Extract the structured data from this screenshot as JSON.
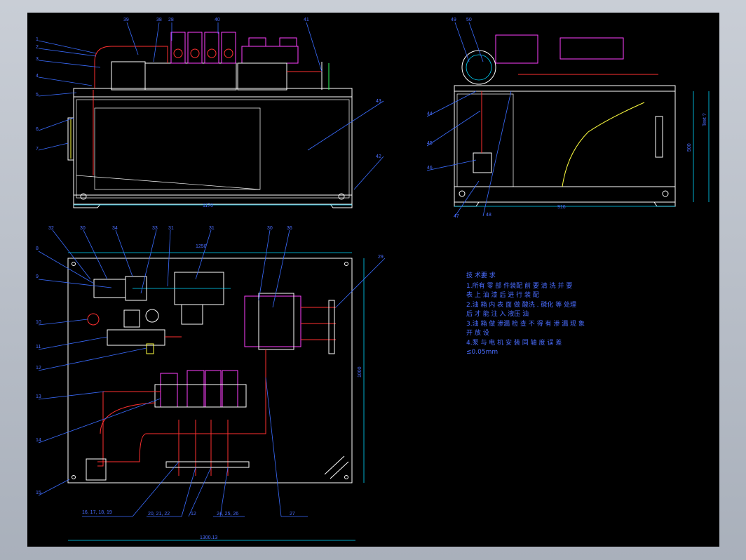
{
  "colors": {
    "background": "#000000",
    "outer_frame": "#c9ced6",
    "leader_lines": "#3a6cff",
    "outline": "#ffffff",
    "valves": "#ff40ff",
    "pipes": "#ff3030",
    "centerlines": "#00d8ff"
  },
  "front_view": {
    "balloons_top": [
      "39",
      "38",
      "28",
      "40",
      "41"
    ],
    "balloons_left": [
      "1",
      "2",
      "3",
      "4",
      "5",
      "6",
      "7"
    ],
    "balloons_right": [
      "42",
      "43"
    ],
    "dim_width": "1170"
  },
  "side_view": {
    "balloons_top": [
      "49",
      "50"
    ],
    "balloons_left": [
      "44",
      "45",
      "46",
      "47",
      "48"
    ],
    "dim_width": "916",
    "dim_height": "500",
    "dim_total_height": "Text ?"
  },
  "top_view": {
    "balloons_top": [
      "32",
      "30",
      "34",
      "33",
      "31",
      "31",
      "30",
      "36"
    ],
    "balloons_left": [
      "8",
      "9",
      "10",
      "11",
      "12",
      "13",
      "14",
      "15"
    ],
    "balloons_right": [
      "29"
    ],
    "balloons_bottom": [
      "16, 17, 18, 19",
      "20, 21, 22",
      "12",
      "24, 25, 26",
      "27"
    ],
    "dim_top": "1250",
    "dim_bottom": "1300.13",
    "dim_right": "1000"
  },
  "tech_notes": {
    "title": "技 术要 求",
    "items": [
      "1.所有 零 部 件装配 前 要 清 洗 并 要",
      "表 上 油 漆 后 进 行 装 配",
      "2.油 箱 内 表 面 做 酸洗 . 磷化 等 处理",
      "后 才 能 注 入 液压 油",
      "3.油 箱 做 渗漏 检 查 不 得 有 渗 漏 现 象",
      "开 放 设",
      "4.泵 与 电 机 安 装 同 轴 度 误 差",
      "≤0.05mm"
    ]
  }
}
